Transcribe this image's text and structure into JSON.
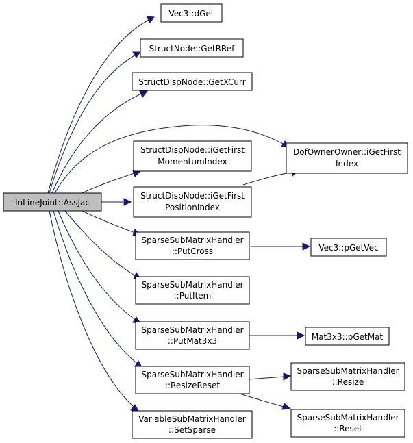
{
  "diagram": {
    "root": "InLineJoint::AssJac",
    "nodes": {
      "root": "InLineJoint::AssJac",
      "vec3_dget": "Vec3::dGet",
      "structnode_getrref": "StructNode::GetRRef",
      "structdispnode_getxcurr": "StructDispNode::GetXCurr",
      "structdispnode_igetfirstmomentumindex": [
        "StructDispNode::iGetFirst",
        "MomentumIndex"
      ],
      "structdispnode_igetfirstpositionindex": [
        "StructDispNode::iGetFirst",
        "PositionIndex"
      ],
      "dofownerowner_igetfirstindex": [
        "DofOwnerOwner::iGetFirst",
        "Index"
      ],
      "sparsesubmatrixhandler_putcross": [
        "SparseSubMatrixHandler",
        "::PutCross"
      ],
      "sparsesubmatrixhandler_putitem": [
        "SparseSubMatrixHandler",
        "::PutItem"
      ],
      "sparsesubmatrixhandler_putmat3x3": [
        "SparseSubMatrixHandler",
        "::PutMat3x3"
      ],
      "sparsesubmatrixhandler_resizereset": [
        "SparseSubMatrixHandler",
        "::ResizeReset"
      ],
      "variablesubmatrixhandler_setsparse": [
        "VariableSubMatrixHandler",
        "::SetSparse"
      ],
      "vec3_pgetvec": "Vec3::pGetVec",
      "mat3x3_pgetmat": "Mat3x3::pGetMat",
      "sparsesubmatrixhandler_resize": [
        "SparseSubMatrixHandler",
        "::Resize"
      ],
      "sparsesubmatrixhandler_reset": [
        "SparseSubMatrixHandler",
        "::Reset"
      ]
    },
    "colors": {
      "edge": "#191970",
      "node_border": "#000000",
      "root_fill": "#bfbfbf",
      "node_fill": "#ffffff"
    }
  }
}
